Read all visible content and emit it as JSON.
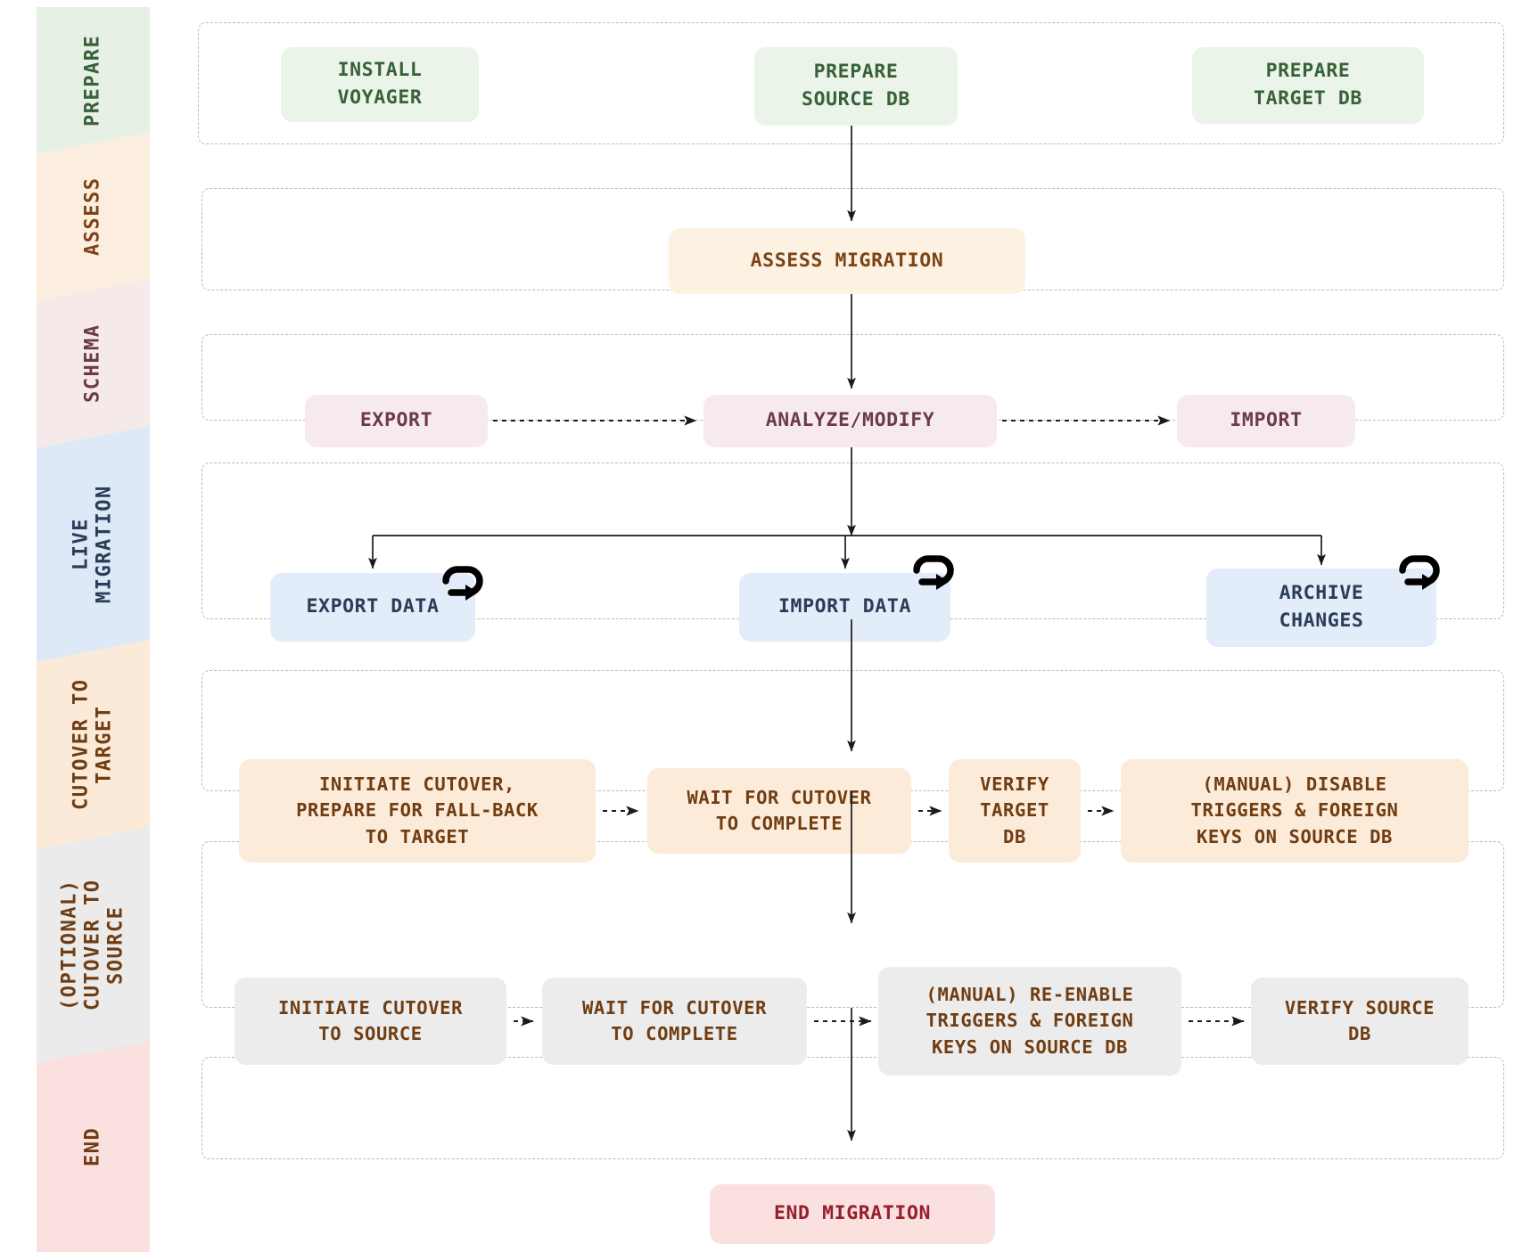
{
  "diagram": {
    "title": "YugabyteDB Voyager live migration workflow",
    "type": "flowchart"
  },
  "colors": {
    "prepare_band": "#e7f0e5",
    "prepare_box": "#eaf4e8",
    "prepare_text": "#38613a",
    "assess_band": "#fbeedf",
    "assess_box": "#fdf1e2",
    "assess_text": "#7a4417",
    "schema_band": "#f6e9e9",
    "schema_box": "#f7eaee",
    "schema_text": "#6b3a49",
    "live_band": "#dde9f7",
    "live_box": "#e3ecf9",
    "live_text": "#2a3c57",
    "cutover_band": "#fbead8",
    "cutover_box": "#fcebd8",
    "cutover_text": "#703d12",
    "optional_band": "#ebebeb",
    "optional_box": "#ececec",
    "optional_text": "#703d12",
    "end_band": "#fbe0e0",
    "end_box": "#fbe0e0",
    "end_text": "#951f2c",
    "group_border": "#c9b5ad",
    "connector": "#1b1b1b",
    "loop_icon": "#000000"
  },
  "rail": {
    "bands": [
      {
        "name": "prepare",
        "label": "PREPARE"
      },
      {
        "name": "assess",
        "label": "ASSESS"
      },
      {
        "name": "schema",
        "label": "SCHEMA"
      },
      {
        "name": "live",
        "label": "LIVE\nMIGRATION"
      },
      {
        "name": "cutover",
        "label": "CUTOVER TO\nTARGET"
      },
      {
        "name": "optional",
        "label": "(OPTIONAL)\nCUTOVER TO\nSOURCE"
      },
      {
        "name": "end",
        "label": "END"
      }
    ]
  },
  "phases": [
    {
      "name": "prepare",
      "nodes": [
        {
          "name": "install-voyager",
          "label": "INSTALL\nVOYAGER"
        },
        {
          "name": "prepare-source-db",
          "label": "PREPARE\nSOURCE DB"
        },
        {
          "name": "prepare-target-db",
          "label": "PREPARE\nTARGET DB"
        }
      ]
    },
    {
      "name": "assess",
      "nodes": [
        {
          "name": "assess-migration",
          "label": "ASSESS MIGRATION"
        }
      ]
    },
    {
      "name": "schema",
      "nodes": [
        {
          "name": "schema-export",
          "label": "EXPORT"
        },
        {
          "name": "schema-analyze-modify",
          "label": "ANALYZE/MODIFY"
        },
        {
          "name": "schema-import",
          "label": "IMPORT"
        }
      ]
    },
    {
      "name": "live-migration",
      "nodes": [
        {
          "name": "export-data",
          "label": "EXPORT DATA",
          "loop": true
        },
        {
          "name": "import-data",
          "label": "IMPORT DATA",
          "loop": true
        },
        {
          "name": "archive-changes",
          "label": "ARCHIVE\nCHANGES",
          "loop": true
        }
      ]
    },
    {
      "name": "cutover-to-target",
      "nodes": [
        {
          "name": "initiate-cutover-to-target",
          "label": "INITIATE CUTOVER,\nPREPARE FOR FALL-BACK\nTO TARGET"
        },
        {
          "name": "wait-for-cutover-target",
          "label": "WAIT FOR CUTOVER\nTO COMPLETE"
        },
        {
          "name": "verify-target-db",
          "label": "VERIFY\nTARGET\nDB"
        },
        {
          "name": "disable-triggers-source",
          "label": "(MANUAL) DISABLE\nTRIGGERS & FOREIGN\nKEYS ON SOURCE DB"
        }
      ]
    },
    {
      "name": "optional-cutover-to-source",
      "nodes": [
        {
          "name": "initiate-cutover-to-source",
          "label": "INITIATE CUTOVER\nTO SOURCE"
        },
        {
          "name": "wait-for-cutover-source",
          "label": "WAIT FOR CUTOVER\nTO COMPLETE"
        },
        {
          "name": "reenable-triggers-source",
          "label": "(MANUAL) RE-ENABLE\nTRIGGERS & FOREIGN\nKEYS ON SOURCE DB"
        },
        {
          "name": "verify-source-db",
          "label": "VERIFY SOURCE\nDB"
        }
      ]
    },
    {
      "name": "end",
      "nodes": [
        {
          "name": "end-migration",
          "label": "END MIGRATION"
        }
      ]
    }
  ],
  "icons": {
    "loop": "repeat-loop-icon"
  }
}
